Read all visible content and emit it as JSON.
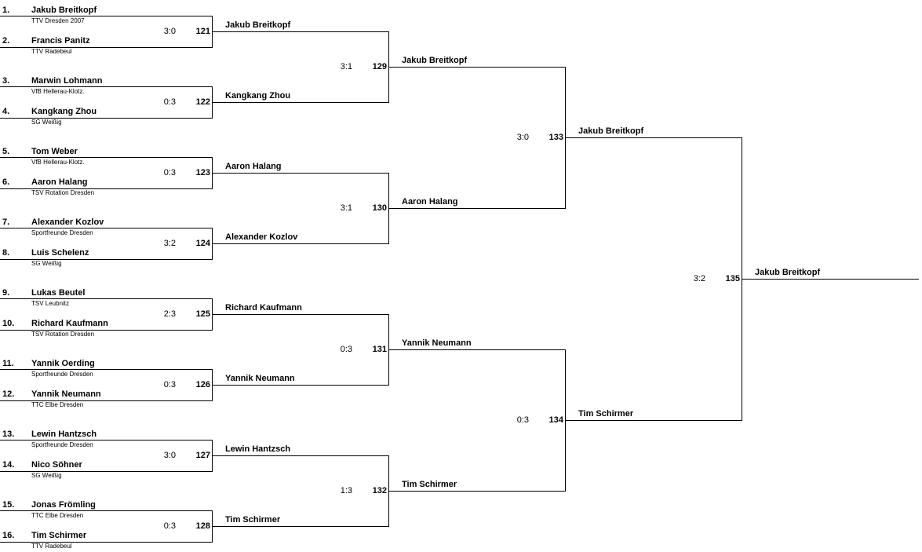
{
  "round1": [
    {
      "match": "121",
      "score": "3:0",
      "winner": "Jakub Breitkopf",
      "top": {
        "seed": "1.",
        "name": "Jakub Breitkopf",
        "club": "TTV Dresden 2007"
      },
      "bottom": {
        "seed": "2.",
        "name": "Francis Panitz",
        "club": "TTV Radebeul"
      }
    },
    {
      "match": "122",
      "score": "0:3",
      "winner": "Kangkang Zhou",
      "top": {
        "seed": "3.",
        "name": "Marwin Lohmann",
        "club": "VfB Hellerau-Klotz."
      },
      "bottom": {
        "seed": "4.",
        "name": "Kangkang Zhou",
        "club": "SG Weißig"
      }
    },
    {
      "match": "123",
      "score": "0:3",
      "winner": "Aaron Halang",
      "top": {
        "seed": "5.",
        "name": "Tom Weber",
        "club": "VfB Hellerau-Klotz."
      },
      "bottom": {
        "seed": "6.",
        "name": "Aaron Halang",
        "club": "TSV Rotation Dresden"
      }
    },
    {
      "match": "124",
      "score": "3:2",
      "winner": "Alexander Kozlov",
      "top": {
        "seed": "7.",
        "name": "Alexander Kozlov",
        "club": "Sportfreunde Dresden"
      },
      "bottom": {
        "seed": "8.",
        "name": "Luis Schelenz",
        "club": "SG Weißig"
      }
    },
    {
      "match": "125",
      "score": "2:3",
      "winner": "Richard Kaufmann",
      "top": {
        "seed": "9.",
        "name": "Lukas Beutel",
        "club": "TSV Leubnitz"
      },
      "bottom": {
        "seed": "10.",
        "name": "Richard Kaufmann",
        "club": "TSV Rotation Dresden"
      }
    },
    {
      "match": "126",
      "score": "0:3",
      "winner": "Yannik Neumann",
      "top": {
        "seed": "11.",
        "name": "Yannik Oerding",
        "club": "Sportfreunde Dresden"
      },
      "bottom": {
        "seed": "12.",
        "name": "Yannik Neumann",
        "club": "TTC Elbe Dresden"
      }
    },
    {
      "match": "127",
      "score": "3:0",
      "winner": "Lewin Hantzsch",
      "top": {
        "seed": "13.",
        "name": "Lewin Hantzsch",
        "club": "Sportfreunde Dresden"
      },
      "bottom": {
        "seed": "14.",
        "name": "Nico Söhner",
        "club": "SG Weißig"
      }
    },
    {
      "match": "128",
      "score": "0:3",
      "winner": "Tim Schirmer",
      "top": {
        "seed": "15.",
        "name": "Jonas Frömling",
        "club": "TTC Elbe Dresden"
      },
      "bottom": {
        "seed": "16.",
        "name": "Tim Schirmer",
        "club": "TTV Radebeul"
      }
    }
  ],
  "round2": [
    {
      "match": "129",
      "score": "3:1",
      "winner": "Jakub Breitkopf"
    },
    {
      "match": "130",
      "score": "3:1",
      "winner": "Aaron Halang"
    },
    {
      "match": "131",
      "score": "0:3",
      "winner": "Yannik Neumann"
    },
    {
      "match": "132",
      "score": "1:3",
      "winner": "Tim Schirmer"
    }
  ],
  "round3": [
    {
      "match": "133",
      "score": "3:0",
      "winner": "Jakub Breitkopf"
    },
    {
      "match": "134",
      "score": "0:3",
      "winner": "Tim Schirmer"
    }
  ],
  "final": {
    "match": "135",
    "score": "3:2",
    "winner": "Jakub Breitkopf"
  }
}
